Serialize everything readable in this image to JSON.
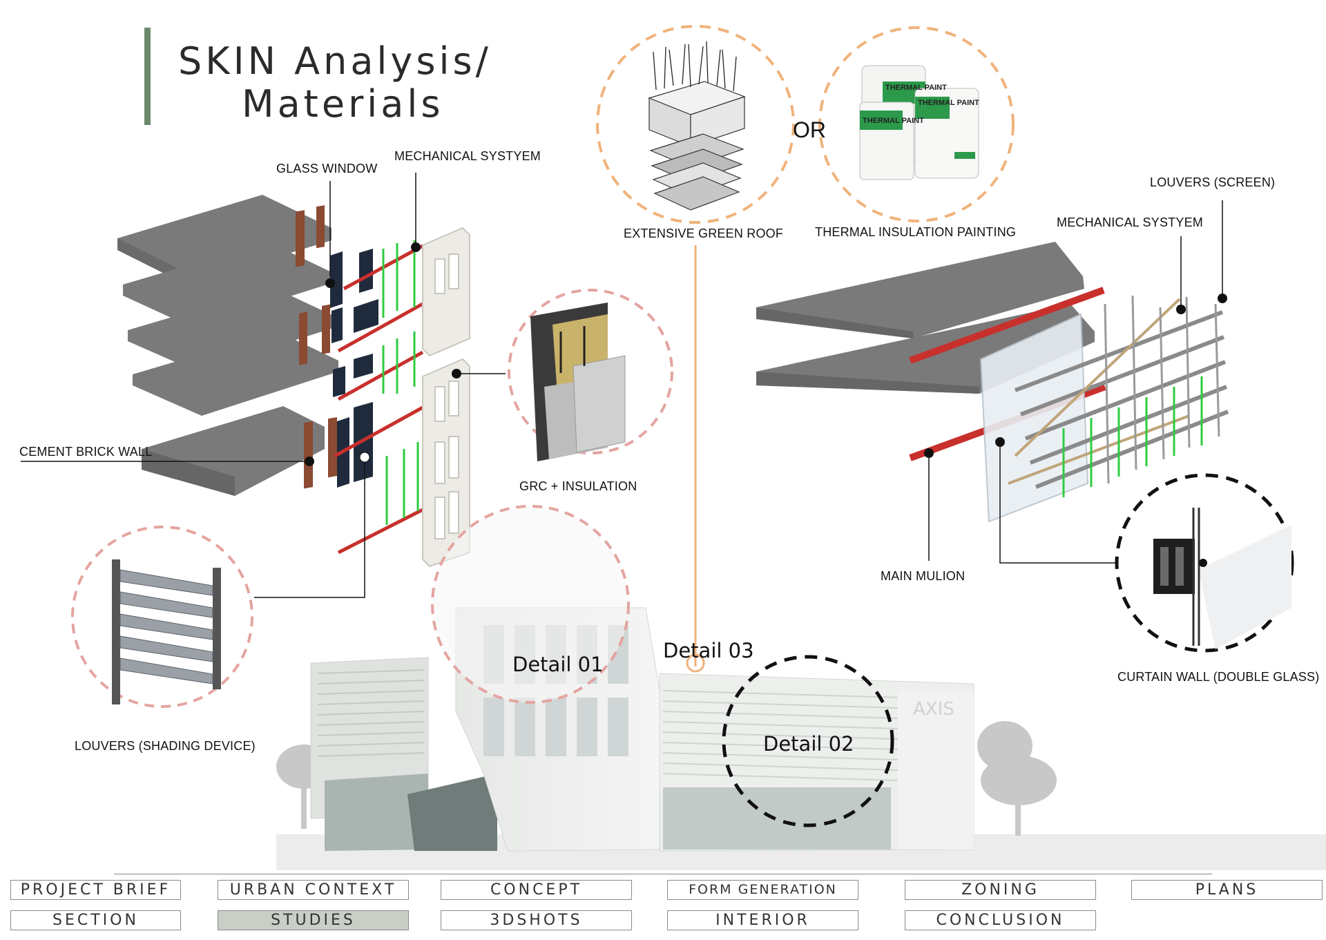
{
  "title": {
    "line1": "SKIN Analysis/",
    "line2": "Materials"
  },
  "colors": {
    "accent_green": "#6b8a6c",
    "slab_gray": "#7b7b7b",
    "pipe_red": "#c8302c",
    "rail_green": "#2ecc40",
    "brick": "#8b4a32",
    "glass": "#1e2a3a",
    "circle_salmon": "#e4a4a0",
    "circle_orange": "#f0b27a",
    "circle_black": "#111111",
    "nav_active": "#c9cfc6"
  },
  "labels": {
    "glass_window": "GLASS WINDOW",
    "mech_left": "MECHANICAL SYSTYEM",
    "cement_brick": "CEMENT BRICK WALL",
    "grc": "GRC + INSULATION",
    "louvers_shading": "LOUVERS (SHADING DEVICE)",
    "green_roof": "EXTENSIVE GREEN ROOF",
    "thermal": "THERMAL INSULATION PAINTING",
    "or": "OR",
    "louvers_screen": "LOUVERS (SCREEN)",
    "mech_right": "MECHANICAL SYSTYEM",
    "main_mulion": "MAIN MULION",
    "curtain_wall": "CURTAIN WALL (DOUBLE GLASS)",
    "paint_brand": "THERMAL PAINT",
    "building_sign": "AXIS"
  },
  "details": {
    "d01": "Detail 01",
    "d02": "Detail 02",
    "d03": "Detail 03"
  },
  "nav": {
    "row1": [
      "PROJECT BRIEF",
      "URBAN CONTEXT",
      "CONCEPT",
      "FORM GENERATION",
      "ZONING",
      "PLANS"
    ],
    "row2": [
      "SECTION",
      "STUDIES",
      "3DSHOTS",
      "INTERIOR",
      "CONCLUSION"
    ],
    "active": "STUDIES"
  }
}
